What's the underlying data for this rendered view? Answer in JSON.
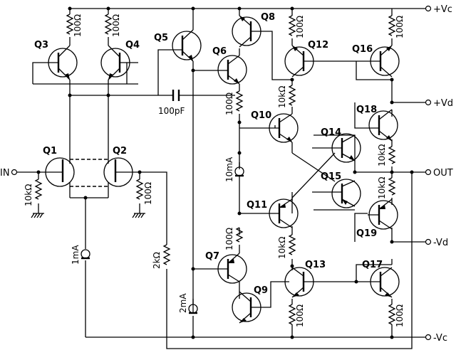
{
  "terminals": {
    "vc_pos": "+Vc",
    "vd_pos": "+Vd",
    "out": "OUT",
    "vd_neg": "-Vd",
    "vc_neg": "-Vc",
    "in": "IN"
  },
  "transistors": {
    "q1": "Q1",
    "q2": "Q2",
    "q3": "Q3",
    "q4": "Q4",
    "q5": "Q5",
    "q6": "Q6",
    "q7": "Q7",
    "q8": "Q8",
    "q9": "Q9",
    "q10": "Q10",
    "q11": "Q11",
    "q12": "Q12",
    "q13": "Q13",
    "q14": "Q14",
    "q15": "Q15",
    "q16": "Q16",
    "q17": "Q17",
    "q18": "Q18",
    "q19": "Q19"
  },
  "components": {
    "r_q3": "100Ω",
    "r_q4": "100Ω",
    "r_q12": "100Ω",
    "r_q16": "100Ω",
    "r_q6e": "100Ω",
    "r_q10c": "10kΩ",
    "r_q18e": "10kΩ",
    "r_q19e": "10kΩ",
    "r_in": "10kΩ",
    "r_q2g": "100Ω",
    "r_q7e": "100Ω",
    "r_q11c": "10kΩ",
    "r_fb": "2kΩ",
    "r_q13": "100Ω",
    "r_q17": "100Ω",
    "c_comp": "100pF",
    "i_bias": "10mA",
    "i_tail": "1mA",
    "i_vas": "2mA"
  }
}
